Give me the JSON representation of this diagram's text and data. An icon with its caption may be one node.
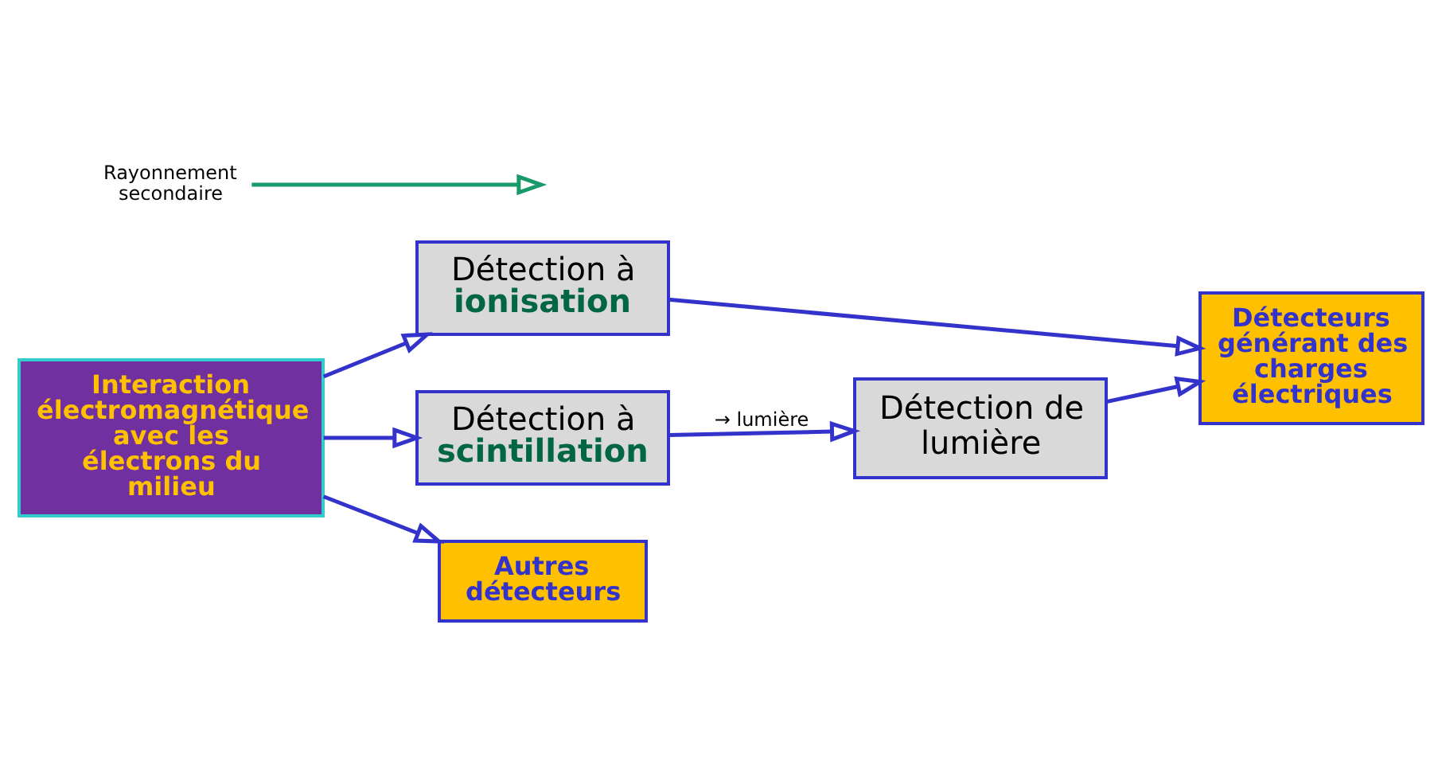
{
  "diagram": {
    "nodes": [
      {
        "text": [
          "Interaction électromagnétique avec les électrons du milieu"
        ]
      },
      {
        "text": [
          "Détection à **ionisation**"
        ]
      },
      {
        "text": [
          "Détection à **scintillation**"
        ]
      },
      {
        "text": [
          "Détection de lumière"
        ]
      },
      {
        "text": [
          "Détecteurs générant des charges électriques"
        ]
      },
      {
        "text": [
          "Autres détecteurs"
        ]
      },
      {
        "text": [
          "Rayonnement secondaire"
        ]
      }
    ],
    "edges": [
      {
        "from": 0,
        "to": 1,
        "arrow": "to"
      },
      {
        "from": 1,
        "to": 4,
        "arrow": "to"
      },
      {
        "from": 0,
        "to": 2,
        "arrow": "to"
      },
      {
        "from": 2,
        "to": 3,
        "arrow": "to",
        "label": "→ lumière"
      },
      {
        "from": 3,
        "to": 4,
        "arrow": "to"
      },
      {
        "from": 0,
        "to": 5,
        "arrow": "to"
      },
      {
        "from": 6,
        "to": null,
        "arrow": "to",
        "color": "#1a9a6a"
      }
    ]
  }
}
